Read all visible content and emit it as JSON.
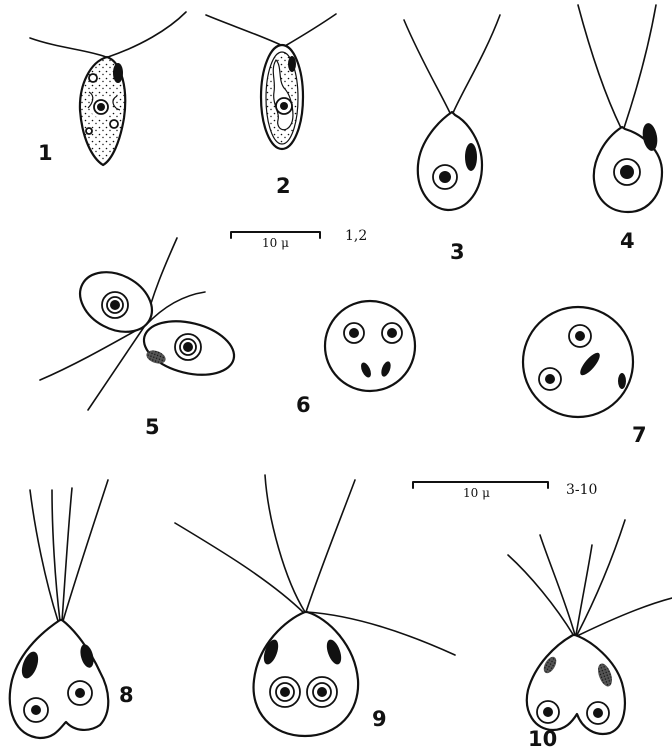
{
  "figures": [
    {
      "label": "1"
    },
    {
      "label": "2"
    },
    {
      "label": "3"
    },
    {
      "label": "4"
    },
    {
      "label": "5"
    },
    {
      "label": "6"
    },
    {
      "label": "7"
    },
    {
      "label": "8"
    },
    {
      "label": "9"
    },
    {
      "label": "10"
    }
  ],
  "scale_bars": [
    {
      "length": "10 μ",
      "figures": "1,2"
    },
    {
      "length": "10 μ",
      "figures": "3-10"
    }
  ],
  "colors": {
    "ink": "#111111",
    "paper": "#ffffff"
  }
}
